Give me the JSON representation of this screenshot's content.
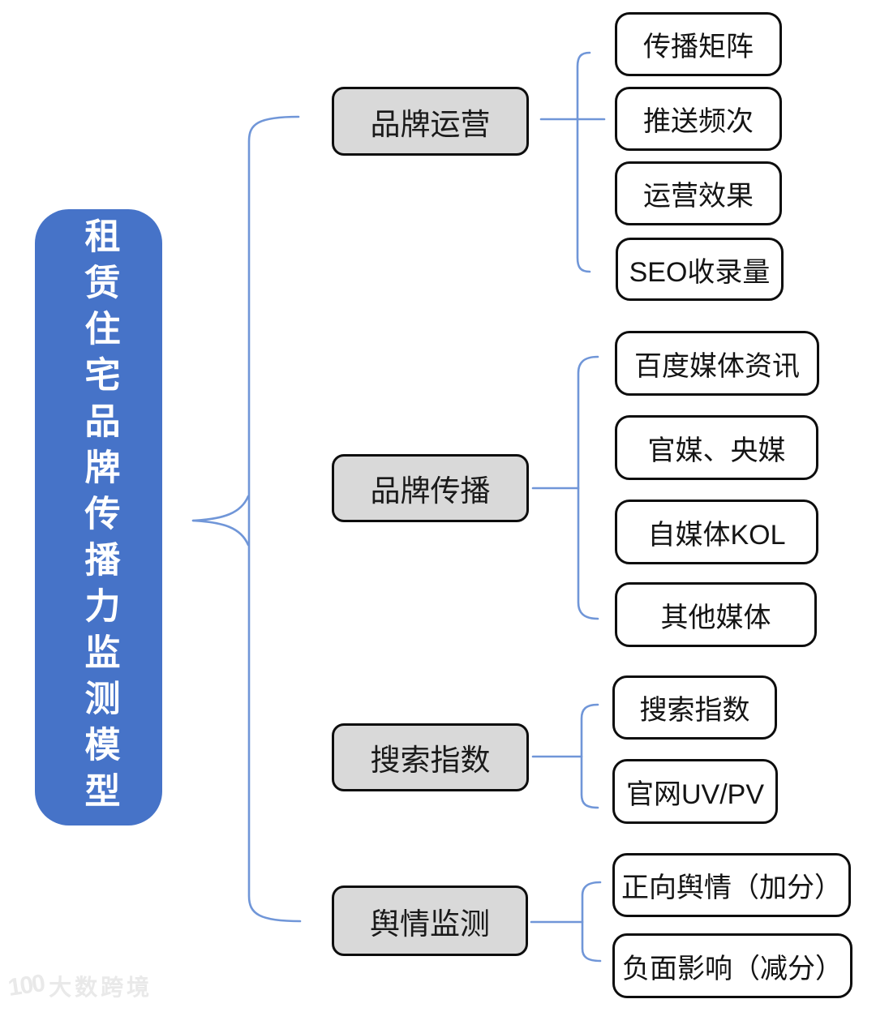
{
  "root": {
    "title": "租赁住宅品牌传播力监测模型"
  },
  "groups": [
    {
      "label": "品牌运营",
      "children": [
        "传播矩阵",
        "推送频次",
        "运营效果",
        "SEO收录量"
      ]
    },
    {
      "label": "品牌传播",
      "children": [
        "百度媒体资讯",
        "官媒、央媒",
        "自媒体KOL",
        "其他媒体"
      ]
    },
    {
      "label": "搜索指数",
      "children": [
        "搜索指数",
        "官网UV/PV"
      ]
    },
    {
      "label": "舆情监测",
      "children": [
        "正向舆情（加分）",
        "负面影响（减分）"
      ]
    }
  ],
  "watermark": {
    "logo": "100",
    "text": "大数跨境"
  },
  "colors": {
    "root_fill": "#4673c8",
    "root_text": "#ffffff",
    "parent_fill": "#d9d9d9",
    "box_border": "#0d0d0d",
    "connector": "#7096d8"
  }
}
